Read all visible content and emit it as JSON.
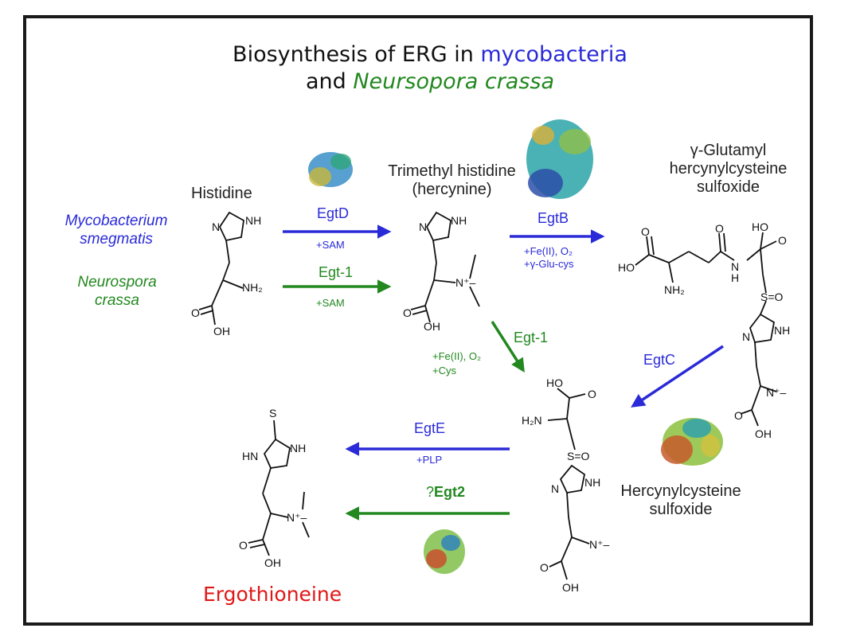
{
  "title": {
    "line1_prefix": "Biosynthesis of ERG in ",
    "line1_highlight": "mycobacteria",
    "line2_prefix": "and ",
    "line2_highlight": "Neursopora crassa"
  },
  "organisms": {
    "mycobacterium": "Mycobacterium smegmatis",
    "neurospora": "Neurospora crassa"
  },
  "compounds": {
    "histidine": "Histidine",
    "trimethyl": "Trimethyl histidine (hercynine)",
    "gamma": "γ-Glutamyl hercynylcysteine sulfoxide",
    "hercynylcysteine": "Hercynylcysteine sulfoxide",
    "ergothioneine": "Ergothioneine"
  },
  "enzymes": {
    "egtD": "EgtD",
    "egtD_cof": "+SAM",
    "egt1a": "Egt-1",
    "egt1a_cof": "+SAM",
    "egtB": "EgtB",
    "egtB_cof1": "+Fe(II), O₂",
    "egtB_cof2": "+γ-Glu-cys",
    "egt1b": "Egt-1",
    "egt1b_cof1": "+Fe(II), O₂",
    "egt1b_cof2": "+Cys",
    "egtC": "EgtC",
    "egtE": "EgtE",
    "egtE_cof": "+PLP",
    "egt2_q": "?",
    "egt2": "Egt2"
  },
  "colors": {
    "blue": "#2a2ad8",
    "green": "#22881f",
    "red": "#e01818"
  }
}
